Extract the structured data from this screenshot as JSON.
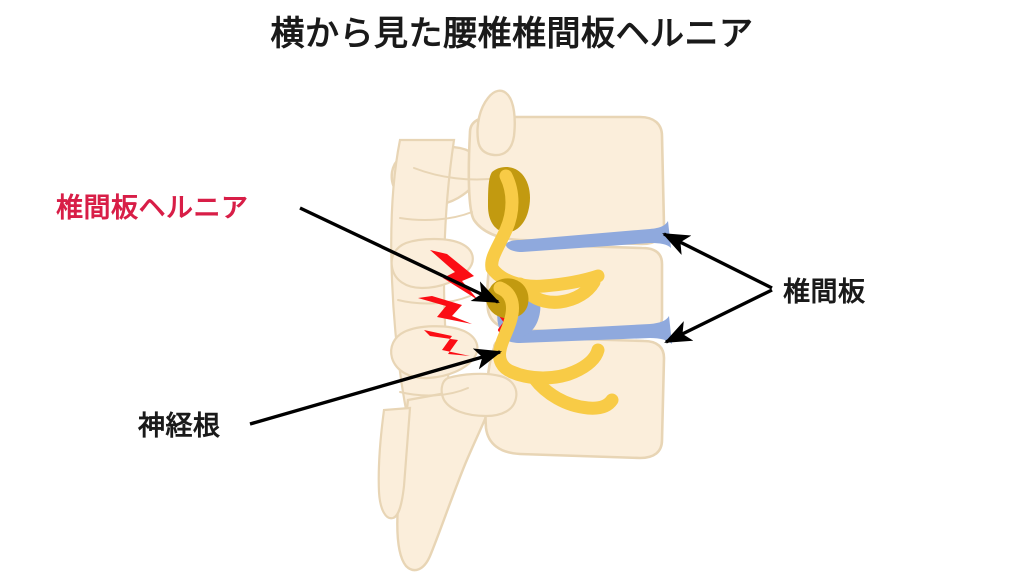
{
  "title": "横から見た腰椎椎間板ヘルニア",
  "labels": {
    "herniation": "椎間板ヘルニア",
    "intervertebral_disc": "椎間板",
    "nerve_root": "神経根"
  },
  "colors": {
    "background": "#ffffff",
    "title_text": "#1a1a1a",
    "herniation_text": "#d81e47",
    "bone_fill": "#fbeedb",
    "bone_outline": "#e8d5b5",
    "disc_blue": "#8fa9dd",
    "nerve_yellow": "#f8cb46",
    "ganglion_gold": "#c29a10",
    "pain_red": "#fb0d14",
    "arrow_black": "#000000"
  },
  "diagram": {
    "view": "lateral",
    "region": "lumbar-spine",
    "structures": [
      {
        "name": "vertebral-body-upper",
        "color": "#fbeedb"
      },
      {
        "name": "vertebral-body-middle",
        "color": "#fbeedb"
      },
      {
        "name": "vertebral-body-lower",
        "color": "#fbeedb"
      },
      {
        "name": "spinous-process-upper",
        "color": "#fbeedb"
      },
      {
        "name": "spinous-process-lower",
        "color": "#fbeedb"
      },
      {
        "name": "intervertebral-disc-upper",
        "color": "#8fa9dd"
      },
      {
        "name": "intervertebral-disc-lower",
        "color": "#8fa9dd"
      },
      {
        "name": "herniated-disc",
        "color": "#8fa9dd"
      },
      {
        "name": "dorsal-root-ganglion-upper",
        "color": "#c29a10"
      },
      {
        "name": "dorsal-root-ganglion-lower",
        "color": "#c29a10"
      },
      {
        "name": "nerve-root-upper",
        "color": "#f8cb46"
      },
      {
        "name": "nerve-root-lower",
        "color": "#f8cb46"
      },
      {
        "name": "pain-bolt-1",
        "color": "#fb0d14"
      },
      {
        "name": "pain-bolt-2",
        "color": "#fb0d14"
      },
      {
        "name": "pain-bolt-3",
        "color": "#fb0d14"
      }
    ],
    "annotations": [
      {
        "name": "herniation-pointer",
        "from": "椎間板ヘルニア",
        "to": "herniated-disc"
      },
      {
        "name": "disc-pointer",
        "from": "椎間板",
        "to": "intervertebral-disc-upper / intervertebral-disc-lower"
      },
      {
        "name": "nerve-root-pointer",
        "from": "神経根",
        "to": "nerve-root-lower"
      }
    ]
  }
}
